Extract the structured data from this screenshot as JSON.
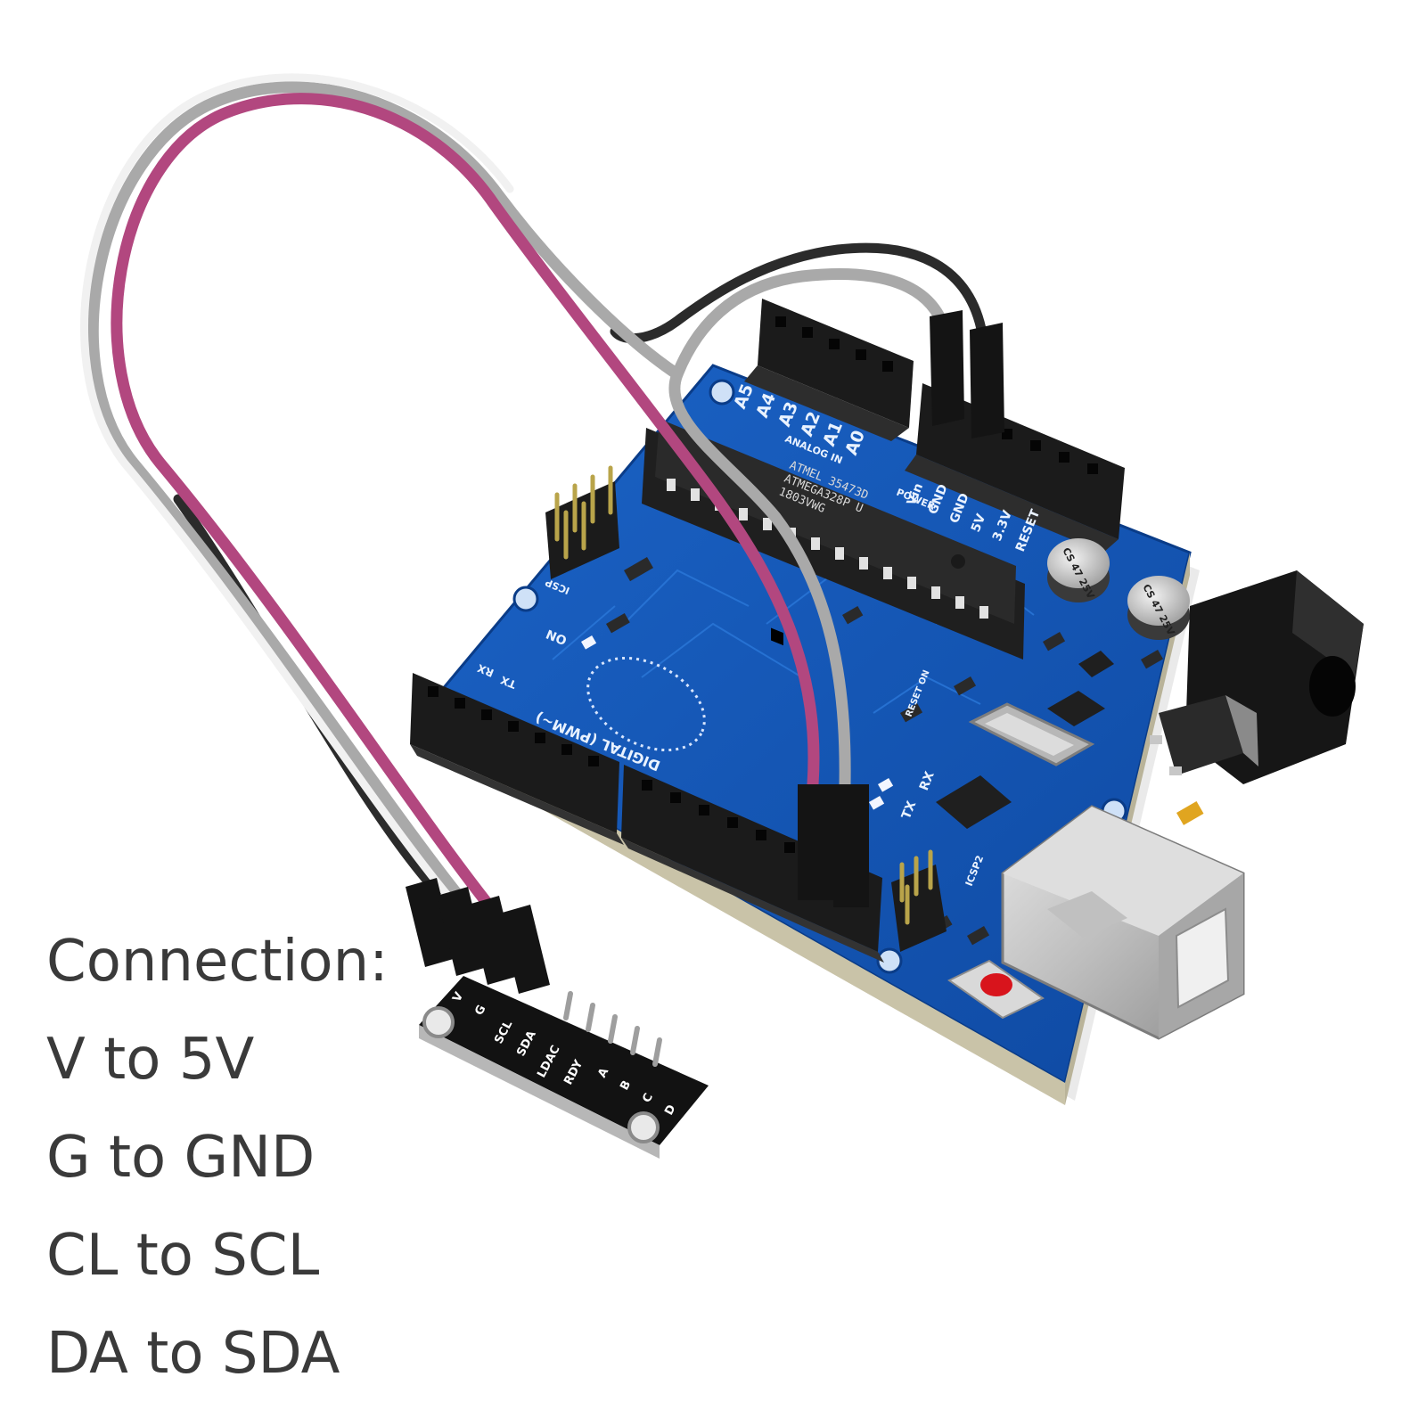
{
  "colors": {
    "board": "#1557b8",
    "header": "#1b1b1b",
    "wire_purple": "#b2477f",
    "wire_gray": "#a9a9a9",
    "wire_black": "#2b2b2b",
    "caption_text": "#3a3a3a"
  },
  "board": {
    "mcu_brand": "ATMEL 35473D",
    "mcu_model": "ATMEGA328P U",
    "mcu_code": "1803VWG",
    "analog_pins": [
      "A0",
      "A1",
      "A2",
      "A3",
      "A4",
      "A5"
    ],
    "analog_label": "ANALOG IN",
    "power_pins": [
      "RESET",
      "3.3V",
      "5V",
      "GND",
      "GND",
      "Vin"
    ],
    "power_label": "POWER",
    "digital_label": "DIGITAL (PWM~)",
    "tx_label": "TX",
    "rx_label": "RX",
    "on_label": "ON",
    "icsp_label": "ICSP",
    "cap_label_1": "CS 47 25V",
    "cap_label_2": "CS 47 25V",
    "icsp2_label": "ICSP2",
    "reset_label": "RESET ON"
  },
  "module": {
    "pins": [
      "V",
      "G",
      "SCL",
      "SDA",
      "LDAC",
      "RDY",
      "A",
      "B",
      "C",
      "D"
    ]
  },
  "caption": {
    "title": "Connection:",
    "lines": [
      "V to 5V",
      "G to GND",
      "CL to SCL",
      "DA to SDA"
    ]
  }
}
